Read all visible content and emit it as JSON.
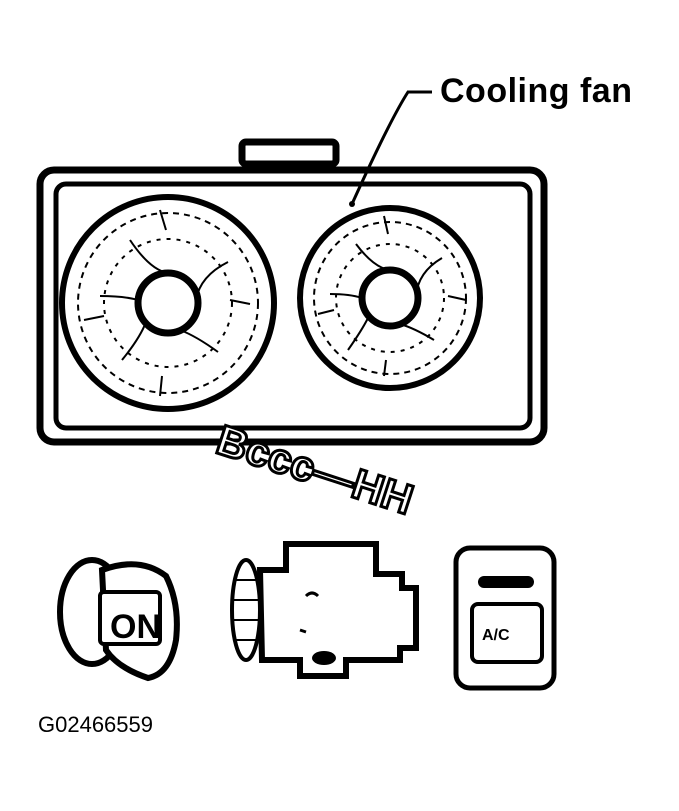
{
  "labels": {
    "cooling_fan": "Cooling fan",
    "figure_id": "G02466559"
  },
  "switch": {
    "ignition_text": "ON",
    "ac_text": "A/C"
  },
  "sound": {
    "text": "Bccc—HH"
  },
  "icons": [
    "radiator-fan-assembly-icon",
    "ignition-key-icon",
    "engine-icon",
    "ac-switch-icon"
  ],
  "colors": {
    "ink": "#000000",
    "paper": "#ffffff"
  }
}
